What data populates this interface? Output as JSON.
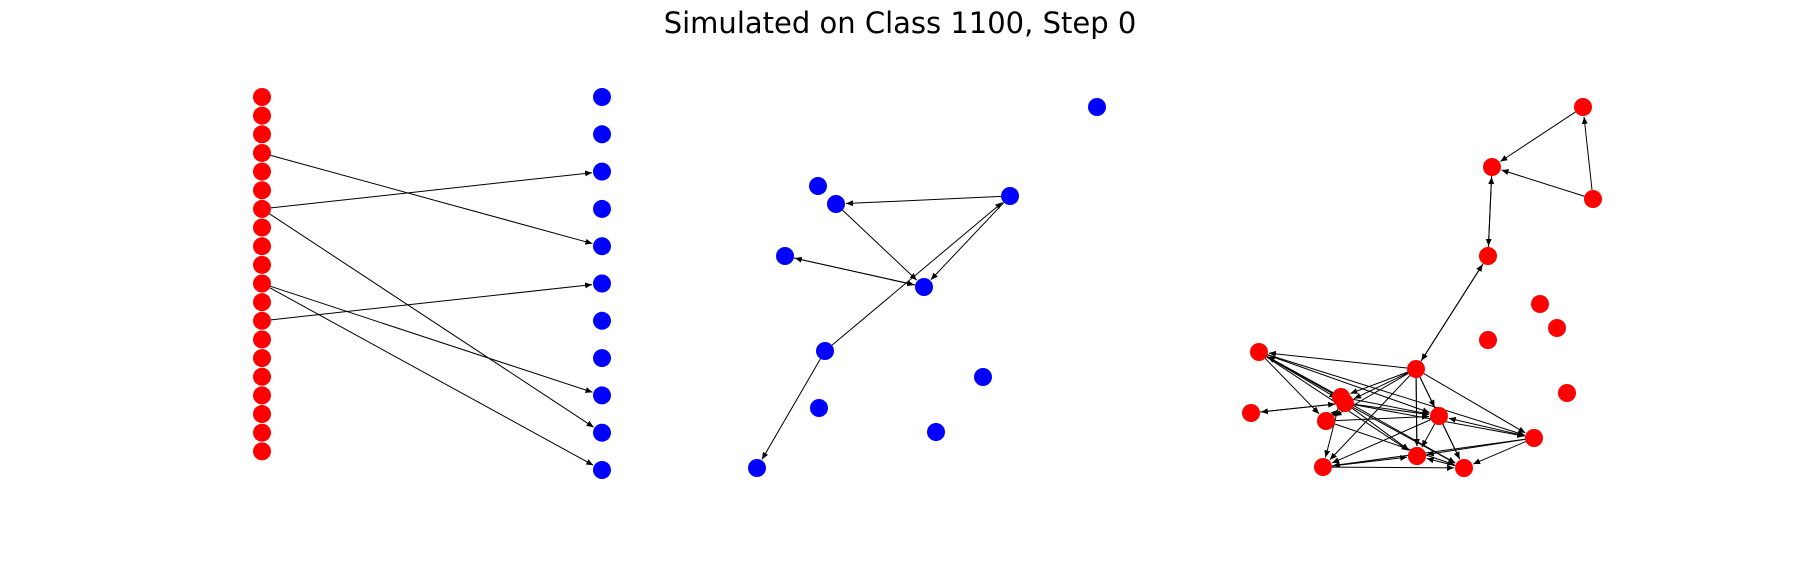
{
  "title": "Simulated on Class 1100, Step 0",
  "colors": {
    "red_node": "#ff0000",
    "blue_node": "#0000ff",
    "edge": "#000000",
    "background": "#ffffff"
  },
  "panels": [
    {
      "id": "bipartite",
      "nodes": [
        {
          "id": "r0",
          "color": "red"
        },
        {
          "id": "r1",
          "color": "red"
        },
        {
          "id": "r2",
          "color": "red"
        },
        {
          "id": "r3",
          "color": "red"
        },
        {
          "id": "r4",
          "color": "red"
        },
        {
          "id": "r5",
          "color": "red"
        },
        {
          "id": "r6",
          "color": "red"
        },
        {
          "id": "r7",
          "color": "red"
        },
        {
          "id": "r8",
          "color": "red"
        },
        {
          "id": "r9",
          "color": "red"
        },
        {
          "id": "r10",
          "color": "red"
        },
        {
          "id": "r11",
          "color": "red"
        },
        {
          "id": "r12",
          "color": "red"
        },
        {
          "id": "r13",
          "color": "red"
        },
        {
          "id": "r14",
          "color": "red"
        },
        {
          "id": "r15",
          "color": "red"
        },
        {
          "id": "r16",
          "color": "red"
        },
        {
          "id": "r17",
          "color": "red"
        },
        {
          "id": "r18",
          "color": "red"
        },
        {
          "id": "r19",
          "color": "red"
        },
        {
          "id": "b0",
          "color": "blue"
        },
        {
          "id": "b1",
          "color": "blue"
        },
        {
          "id": "b2",
          "color": "blue"
        },
        {
          "id": "b3",
          "color": "blue"
        },
        {
          "id": "b4",
          "color": "blue"
        },
        {
          "id": "b5",
          "color": "blue"
        },
        {
          "id": "b6",
          "color": "blue"
        },
        {
          "id": "b7",
          "color": "blue"
        },
        {
          "id": "b8",
          "color": "blue"
        },
        {
          "id": "b9",
          "color": "blue"
        },
        {
          "id": "b10",
          "color": "blue"
        }
      ],
      "edges": [
        [
          "r3",
          "b4"
        ],
        [
          "r6",
          "b2"
        ],
        [
          "r6",
          "b9"
        ],
        [
          "r10",
          "b8"
        ],
        [
          "r10",
          "b10"
        ],
        [
          "r12",
          "b5"
        ]
      ]
    },
    {
      "id": "blue-graph",
      "nodes": [
        {
          "id": "g0",
          "color": "blue"
        },
        {
          "id": "g1",
          "color": "blue"
        },
        {
          "id": "g2",
          "color": "blue"
        },
        {
          "id": "g3",
          "color": "blue"
        },
        {
          "id": "g4",
          "color": "blue"
        },
        {
          "id": "g5",
          "color": "blue"
        },
        {
          "id": "g6",
          "color": "blue"
        },
        {
          "id": "g7",
          "color": "blue"
        },
        {
          "id": "g8",
          "color": "blue"
        },
        {
          "id": "g9",
          "color": "blue"
        },
        {
          "id": "g10",
          "color": "blue"
        }
      ],
      "edges": [
        [
          "g3",
          "g0"
        ],
        [
          "g3",
          "g5"
        ],
        [
          "g5",
          "g4"
        ],
        [
          "g5",
          "g2"
        ],
        [
          "g2",
          "g4"
        ],
        [
          "g8",
          "g4"
        ],
        [
          "g4",
          "g8"
        ]
      ]
    },
    {
      "id": "red-graph",
      "nodes": [
        {
          "id": "h0",
          "color": "red"
        },
        {
          "id": "h1",
          "color": "red"
        },
        {
          "id": "h2",
          "color": "red"
        },
        {
          "id": "h3",
          "color": "red"
        },
        {
          "id": "h4",
          "color": "red"
        },
        {
          "id": "h5",
          "color": "red"
        },
        {
          "id": "h6",
          "color": "red"
        },
        {
          "id": "h7",
          "color": "red"
        },
        {
          "id": "h8",
          "color": "red"
        },
        {
          "id": "h9",
          "color": "red"
        },
        {
          "id": "h10",
          "color": "red"
        },
        {
          "id": "h11",
          "color": "red"
        },
        {
          "id": "h12",
          "color": "red"
        },
        {
          "id": "h13",
          "color": "red"
        },
        {
          "id": "h14",
          "color": "red"
        },
        {
          "id": "h15",
          "color": "red"
        },
        {
          "id": "h16",
          "color": "red"
        },
        {
          "id": "h17",
          "color": "red"
        },
        {
          "id": "h18",
          "color": "red"
        },
        {
          "id": "h19",
          "color": "red"
        }
      ],
      "edges": [
        [
          "h2",
          "h0"
        ],
        [
          "h0",
          "h1"
        ],
        [
          "h2",
          "h1"
        ],
        [
          "h3",
          "h1"
        ],
        [
          "h1",
          "h3"
        ],
        [
          "h8",
          "h3"
        ],
        [
          "h3",
          "h8"
        ],
        [
          "h8",
          "h7"
        ],
        [
          "h8",
          "h11"
        ],
        [
          "h8",
          "h16"
        ],
        [
          "h8",
          "h12"
        ],
        [
          "h8",
          "h13"
        ],
        [
          "h8",
          "h18"
        ],
        [
          "h8",
          "h17"
        ],
        [
          "h8",
          "h14"
        ],
        [
          "h8",
          "h15"
        ],
        [
          "h8",
          "h19"
        ],
        [
          "h7",
          "h16"
        ],
        [
          "h7",
          "h12"
        ],
        [
          "h7",
          "h13"
        ],
        [
          "h7",
          "h15"
        ],
        [
          "h7",
          "h18"
        ],
        [
          "h7",
          "h19"
        ],
        [
          "h11",
          "h7"
        ],
        [
          "h11",
          "h16"
        ],
        [
          "h11",
          "h17"
        ],
        [
          "h13",
          "h16"
        ],
        [
          "h13",
          "h18"
        ],
        [
          "h13",
          "h12"
        ],
        [
          "h12",
          "h15"
        ],
        [
          "h12",
          "h14"
        ],
        [
          "h12",
          "h16"
        ],
        [
          "h12",
          "h18"
        ],
        [
          "h12",
          "h10"
        ],
        [
          "h10",
          "h12"
        ],
        [
          "h15",
          "h14"
        ],
        [
          "h15",
          "h17"
        ],
        [
          "h15",
          "h16"
        ],
        [
          "h15",
          "h18"
        ],
        [
          "h16",
          "h18"
        ],
        [
          "h16",
          "h19"
        ],
        [
          "h16",
          "h17"
        ],
        [
          "h17",
          "h18"
        ],
        [
          "h17",
          "h19"
        ],
        [
          "h18",
          "h19"
        ]
      ]
    }
  ]
}
